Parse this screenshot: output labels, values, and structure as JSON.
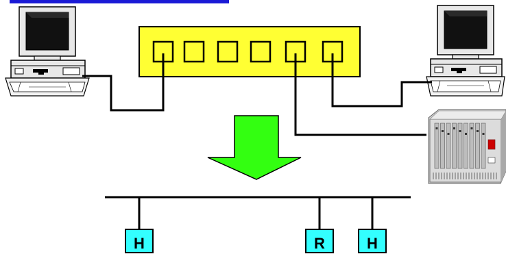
{
  "colors": {
    "hub_fill": "#ffff33",
    "arrow_fill": "#33ff11",
    "node_fill": "#33ffff",
    "banner": "#1a1ad6",
    "line": "#000000"
  },
  "icons": {
    "left_computer": "desktop-computer-icon",
    "right_computer": "desktop-computer-icon",
    "router_chassis": "rack-router-icon",
    "transform_arrow": "down-arrow-icon"
  },
  "hub": {
    "port_count": 6
  },
  "bus": {
    "nodes": [
      {
        "label": "H"
      },
      {
        "label": "R"
      },
      {
        "label": "H"
      }
    ]
  }
}
